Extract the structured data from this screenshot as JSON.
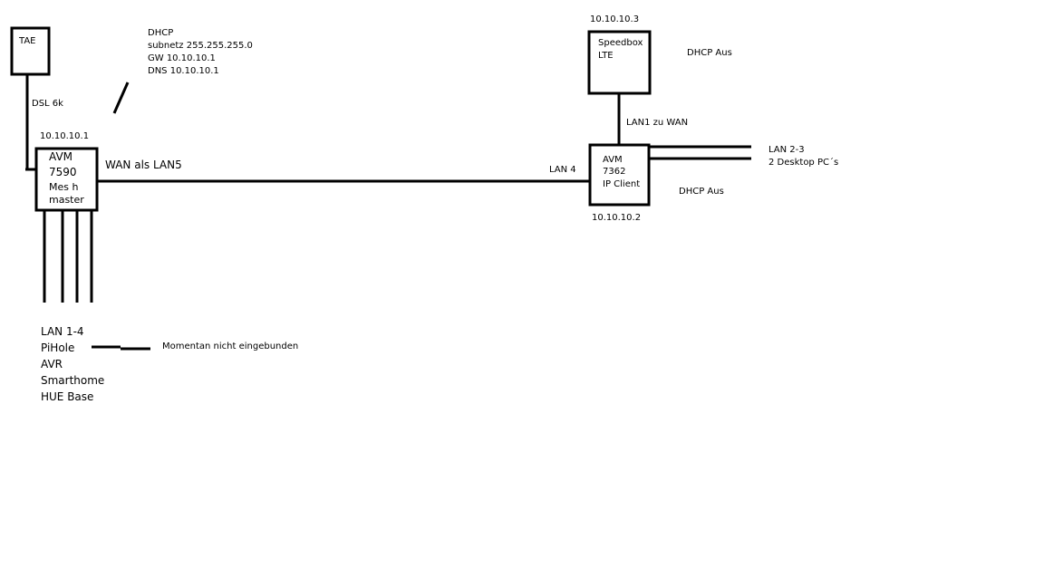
{
  "devices": {
    "tae": {
      "label": "TAE"
    },
    "main_router": {
      "lines": [
        "AVM",
        "7590",
        "Mes h",
        "master"
      ],
      "ip": "10.10.10.1"
    },
    "client_router": {
      "lines": [
        "AVM",
        "7362",
        "IP Client"
      ],
      "ip": "10.10.10.2"
    },
    "speedbox": {
      "lines": [
        "Speedbox",
        "LTE"
      ],
      "ip": "10.10.10.3"
    }
  },
  "annotations": {
    "dhcp_block": [
      "DHCP",
      "subnetz 255.255.255.0",
      "GW 10.10.10.1",
      "DNS 10.10.10.1"
    ],
    "dhcp_off_speedbox": "DHCP Aus",
    "dhcp_off_client": "DHCP Aus"
  },
  "connections": {
    "dsl": "DSL 6k",
    "wan_as_lan5": "WAN als LAN5",
    "lan4": "LAN 4",
    "lan1_to_wan": "LAN1 zu WAN",
    "lan_2_3": "LAN 2-3",
    "desktop_pcs": "2 Desktop PC´s",
    "not_connected": "Momentan nicht eingebunden"
  },
  "lan_ports": [
    "LAN 1-4",
    "PiHole",
    "AVR",
    "Smarthome",
    "HUE Base"
  ]
}
